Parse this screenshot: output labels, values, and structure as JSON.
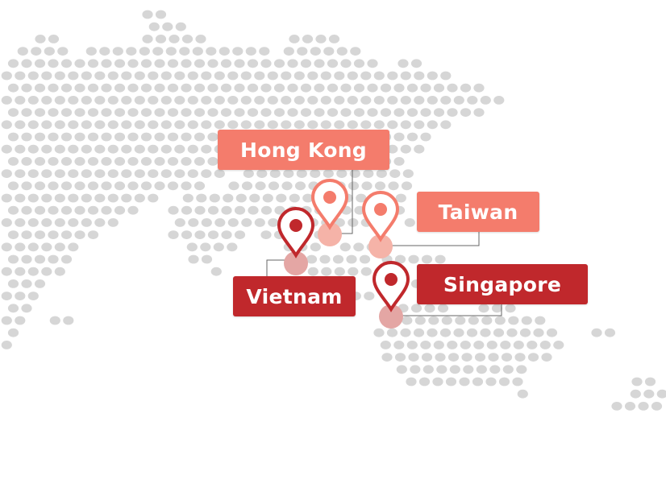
{
  "colors": {
    "dot": "#d6d6d6",
    "light": "#f47c6c",
    "dark": "#c0282c",
    "connector": "#666666"
  },
  "map": {
    "region": "East and Southeast Asia dotted map",
    "markers": [
      {
        "id": "hong-kong",
        "label": "Hong Kong",
        "tone": "light"
      },
      {
        "id": "taiwan",
        "label": "Taiwan",
        "tone": "light"
      },
      {
        "id": "vietnam",
        "label": "Vietnam",
        "tone": "dark"
      },
      {
        "id": "singapore",
        "label": "Singapore",
        "tone": "dark"
      }
    ]
  }
}
